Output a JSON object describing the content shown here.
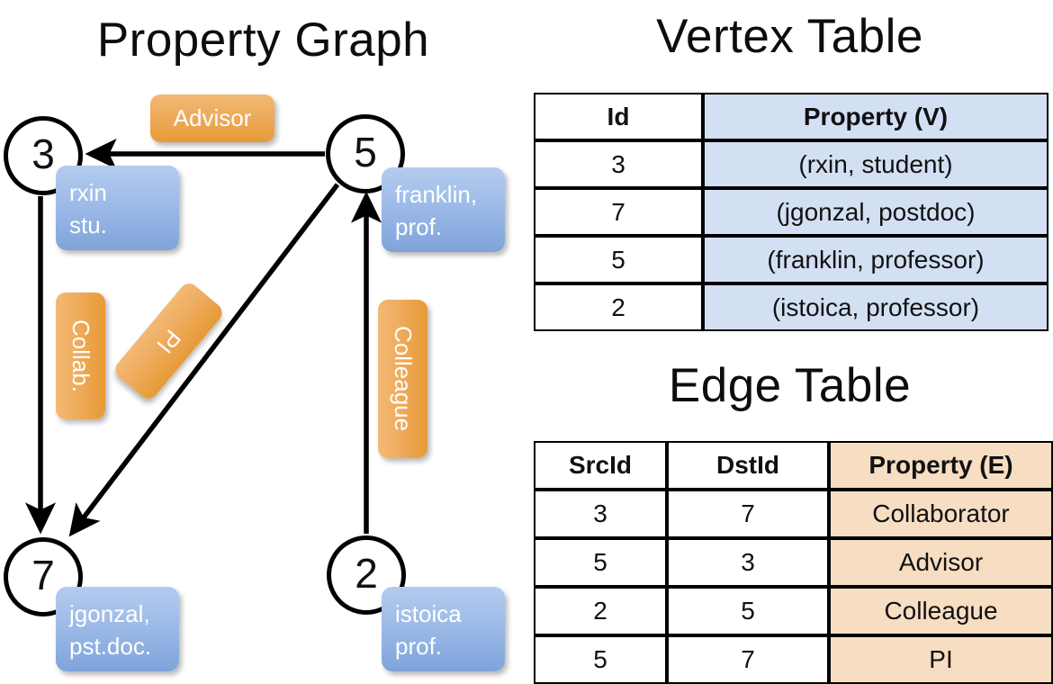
{
  "graph_panel": {
    "title": "Property Graph",
    "vertices": [
      {
        "id": "3",
        "name": "node-3",
        "property": "rxin\nstu."
      },
      {
        "id": "5",
        "name": "node-5",
        "property": "franklin,\nprof."
      },
      {
        "id": "7",
        "name": "node-7",
        "property": "jgonzal,\npst.doc."
      },
      {
        "id": "2",
        "name": "node-2",
        "property": "istoica\nprof."
      }
    ],
    "edge_labels": [
      {
        "name": "advisor",
        "text": "Advisor",
        "orientation": "horizontal"
      },
      {
        "name": "collab",
        "text": "Collab.",
        "orientation": "vertical"
      },
      {
        "name": "pi",
        "text": "PI",
        "orientation": "rotated"
      },
      {
        "name": "colleague",
        "text": "Colleague",
        "orientation": "vertical"
      }
    ],
    "edges": [
      {
        "src": "5",
        "dst": "3",
        "label": "Advisor"
      },
      {
        "src": "3",
        "dst": "7",
        "label": "Collab."
      },
      {
        "src": "5",
        "dst": "7",
        "label": "PI"
      },
      {
        "src": "2",
        "dst": "5",
        "label": "Colleague"
      }
    ]
  },
  "vertex_table": {
    "title": "Vertex Table",
    "headers": [
      "Id",
      "Property (V)"
    ],
    "rows": [
      {
        "id": "3",
        "property": "(rxin, student)"
      },
      {
        "id": "7",
        "property": "(jgonzal, postdoc)"
      },
      {
        "id": "5",
        "property": "(franklin, professor)"
      },
      {
        "id": "2",
        "property": "(istoica, professor)"
      }
    ]
  },
  "edge_table": {
    "title": "Edge Table",
    "headers": [
      "SrcId",
      "DstId",
      "Property (E)"
    ],
    "rows": [
      {
        "src": "3",
        "dst": "7",
        "property": "Collaborator"
      },
      {
        "src": "5",
        "dst": "3",
        "property": "Advisor"
      },
      {
        "src": "2",
        "dst": "5",
        "property": "Colleague"
      },
      {
        "src": "5",
        "dst": "7",
        "property": "PI"
      }
    ]
  },
  "colors": {
    "vertex_property_fill": "#d3e0f3",
    "edge_property_fill": "#f7ddc2",
    "blue_box": "#9dbbe8",
    "orange_box": "#eeab5c",
    "stroke": "#000000",
    "background": "#ffffff"
  }
}
